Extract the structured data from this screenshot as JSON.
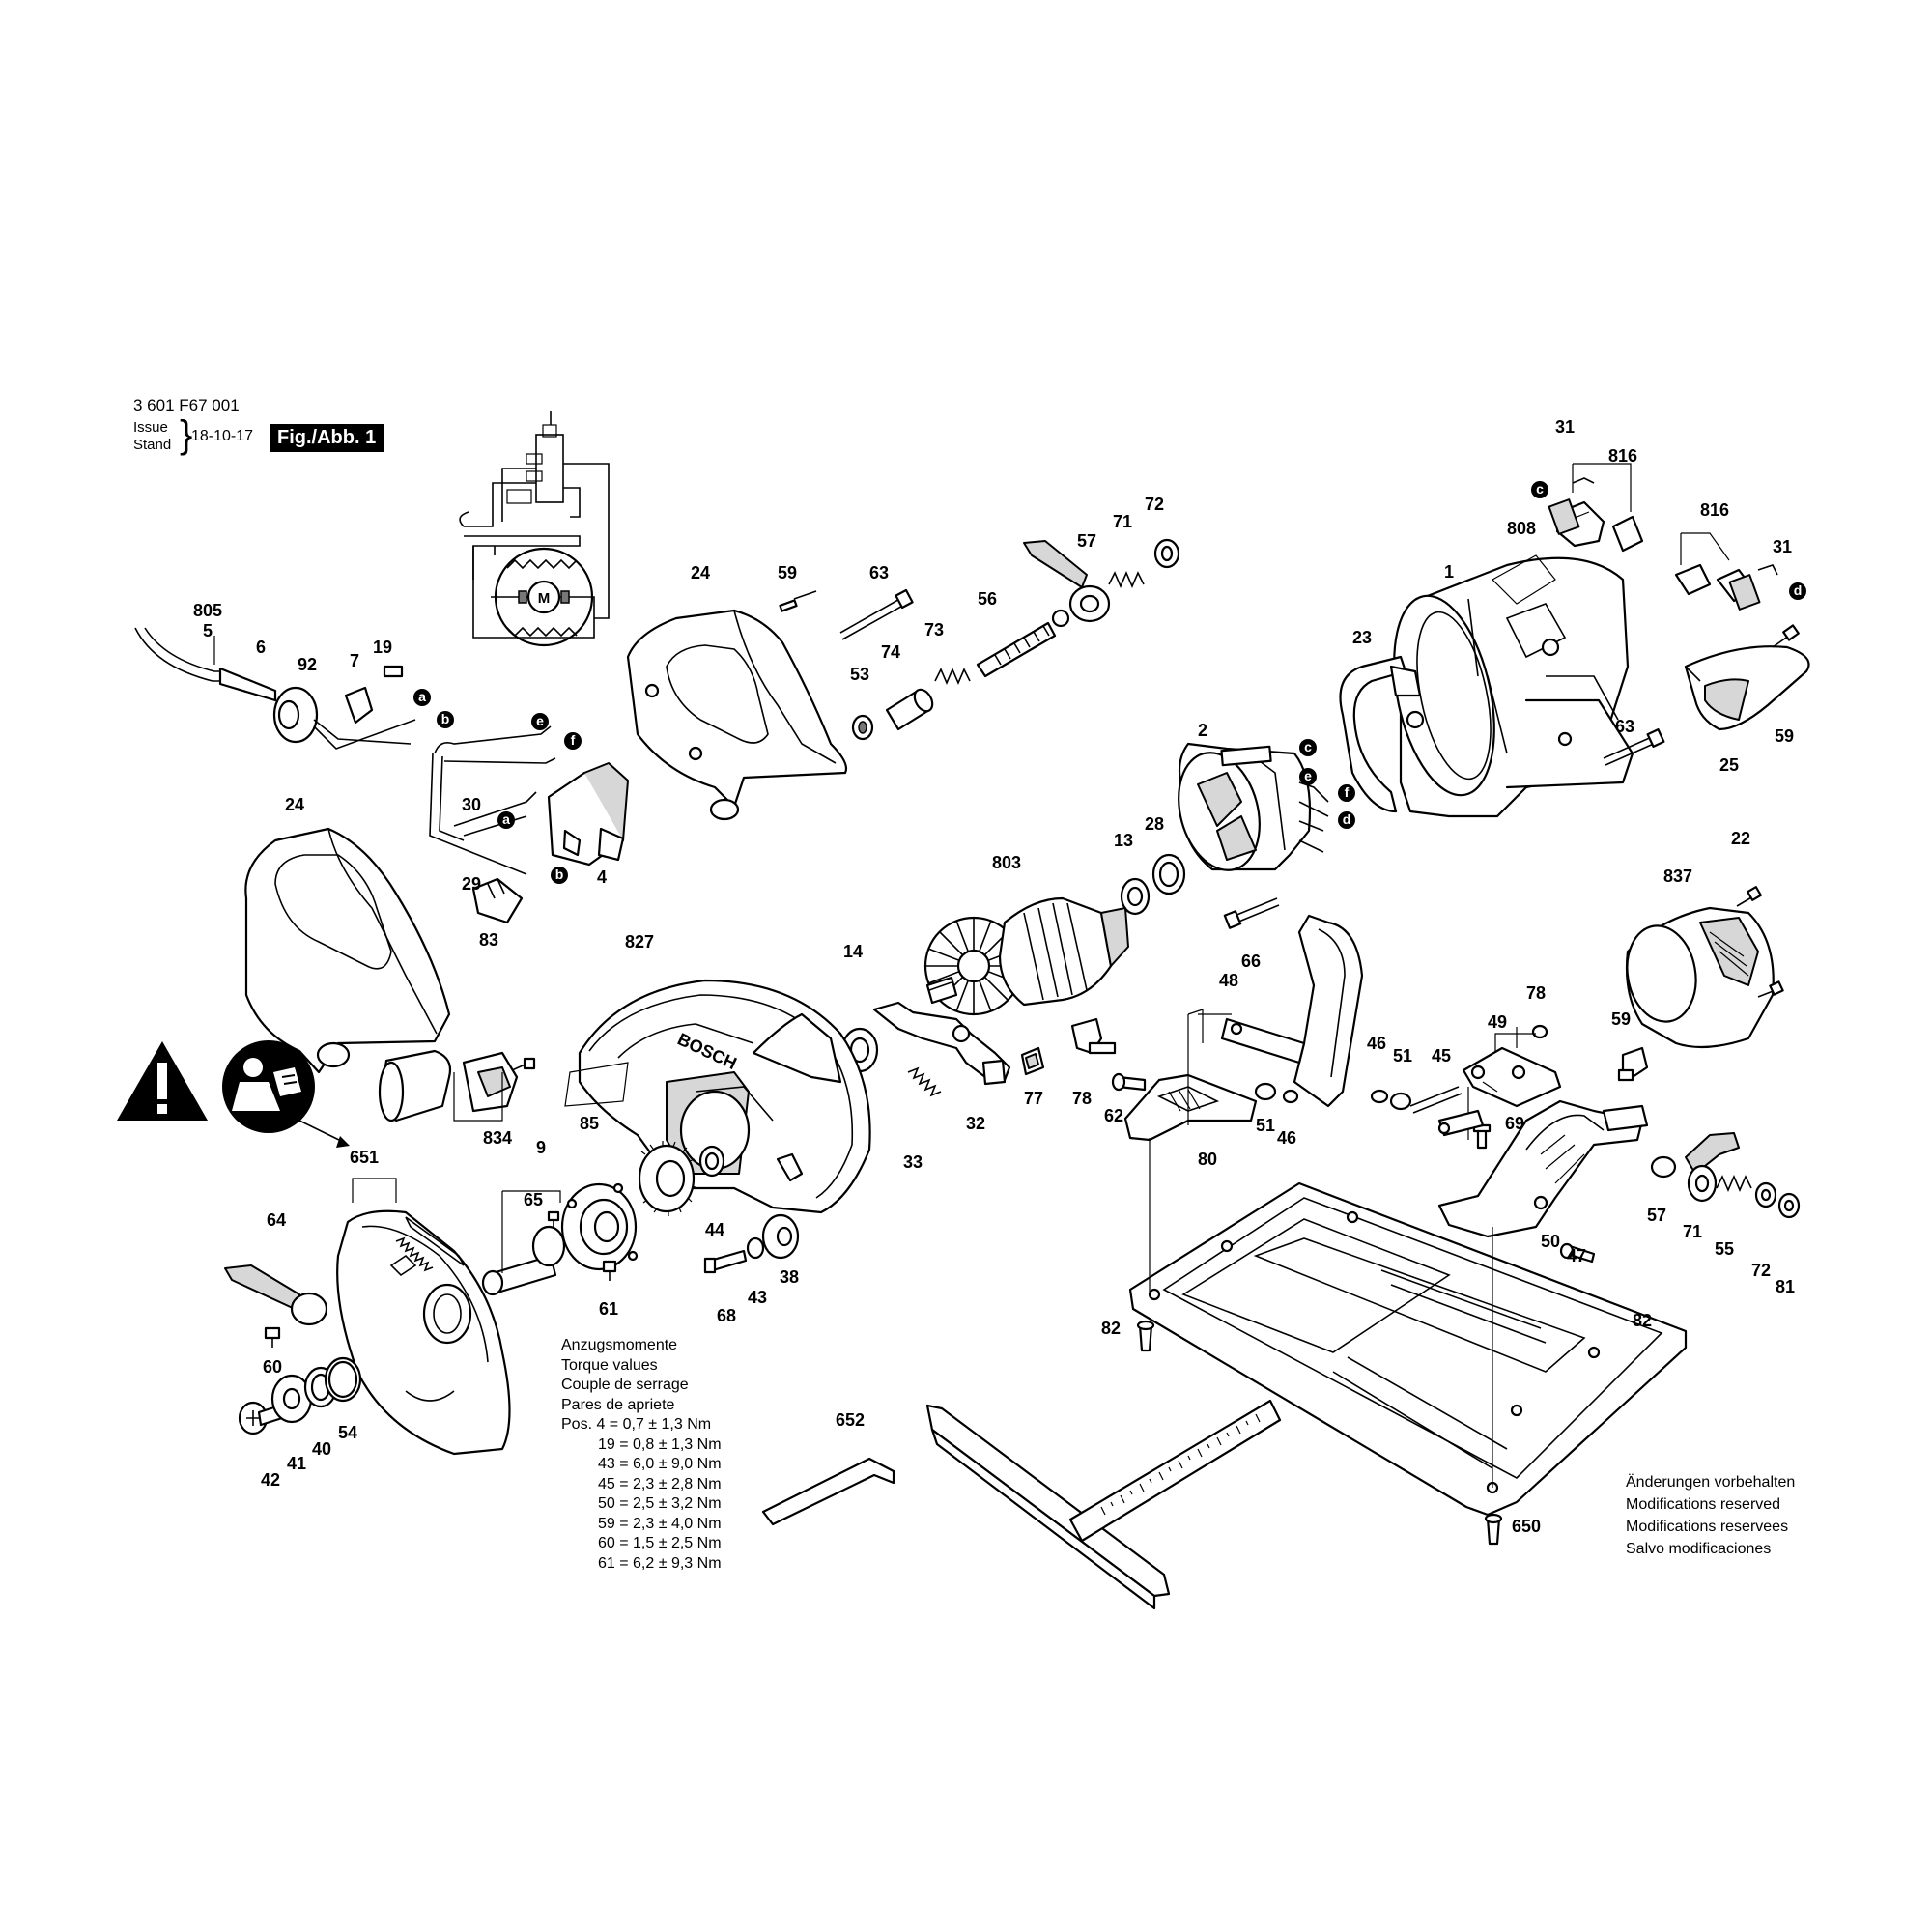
{
  "header": {
    "part_code": "3 601 F67 001",
    "issue_label": "Issue",
    "stand_label": "Stand",
    "date": "18-10-17",
    "fig_label": "Fig./Abb. 1"
  },
  "brand_on_guard": "BOSCH",
  "motor_symbol": "M",
  "torque": {
    "title_de": "Anzugsmomente",
    "title_en": "Torque values",
    "title_fr": "Couple de serrage",
    "title_es": "Pares de apriete",
    "rows": [
      "Pos.  4 = 0,7 ± 1,3 Nm",
      "19 = 0,8 ± 1,3 Nm",
      "43 = 6,0 ± 9,0 Nm",
      "45 = 2,3 ± 2,8 Nm",
      "50 = 2,5 ± 3,2 Nm",
      "59 = 2,3 ± 4,0 Nm",
      "60 = 1,5 ± 2,5 Nm",
      "61 = 6,2 ± 9,3 Nm"
    ]
  },
  "notes": {
    "de": "Änderungen vorbehalten",
    "en": "Modifications reserved",
    "fr": "Modifications reservees",
    "es": "Salvo modificaciones"
  },
  "part_numbers": [
    "31",
    "816",
    "816",
    "31",
    "808",
    "1",
    "23",
    "25",
    "59",
    "63",
    "24",
    "59",
    "63",
    "57",
    "71",
    "72",
    "56",
    "73",
    "74",
    "53",
    "805",
    "5",
    "6",
    "92",
    "7",
    "19",
    "2",
    "13",
    "28",
    "803",
    "66",
    "24",
    "30",
    "29",
    "4",
    "83",
    "827",
    "14",
    "32",
    "33",
    "77",
    "78",
    "62",
    "80",
    "48",
    "51",
    "46",
    "46",
    "51",
    "45",
    "49",
    "69",
    "78",
    "59",
    "22",
    "837",
    "651",
    "834",
    "9",
    "85",
    "65",
    "44",
    "38",
    "64",
    "60",
    "61",
    "68",
    "43",
    "42",
    "41",
    "40",
    "54",
    "57",
    "71",
    "55",
    "72",
    "81",
    "50",
    "47",
    "82",
    "82",
    "650",
    "652"
  ],
  "connection_letters": [
    "a",
    "b",
    "e",
    "f",
    "a",
    "b",
    "c",
    "e",
    "f",
    "d",
    "c",
    "d"
  ],
  "icons": [
    "warning-triangle-icon",
    "read-manual-icon"
  ]
}
